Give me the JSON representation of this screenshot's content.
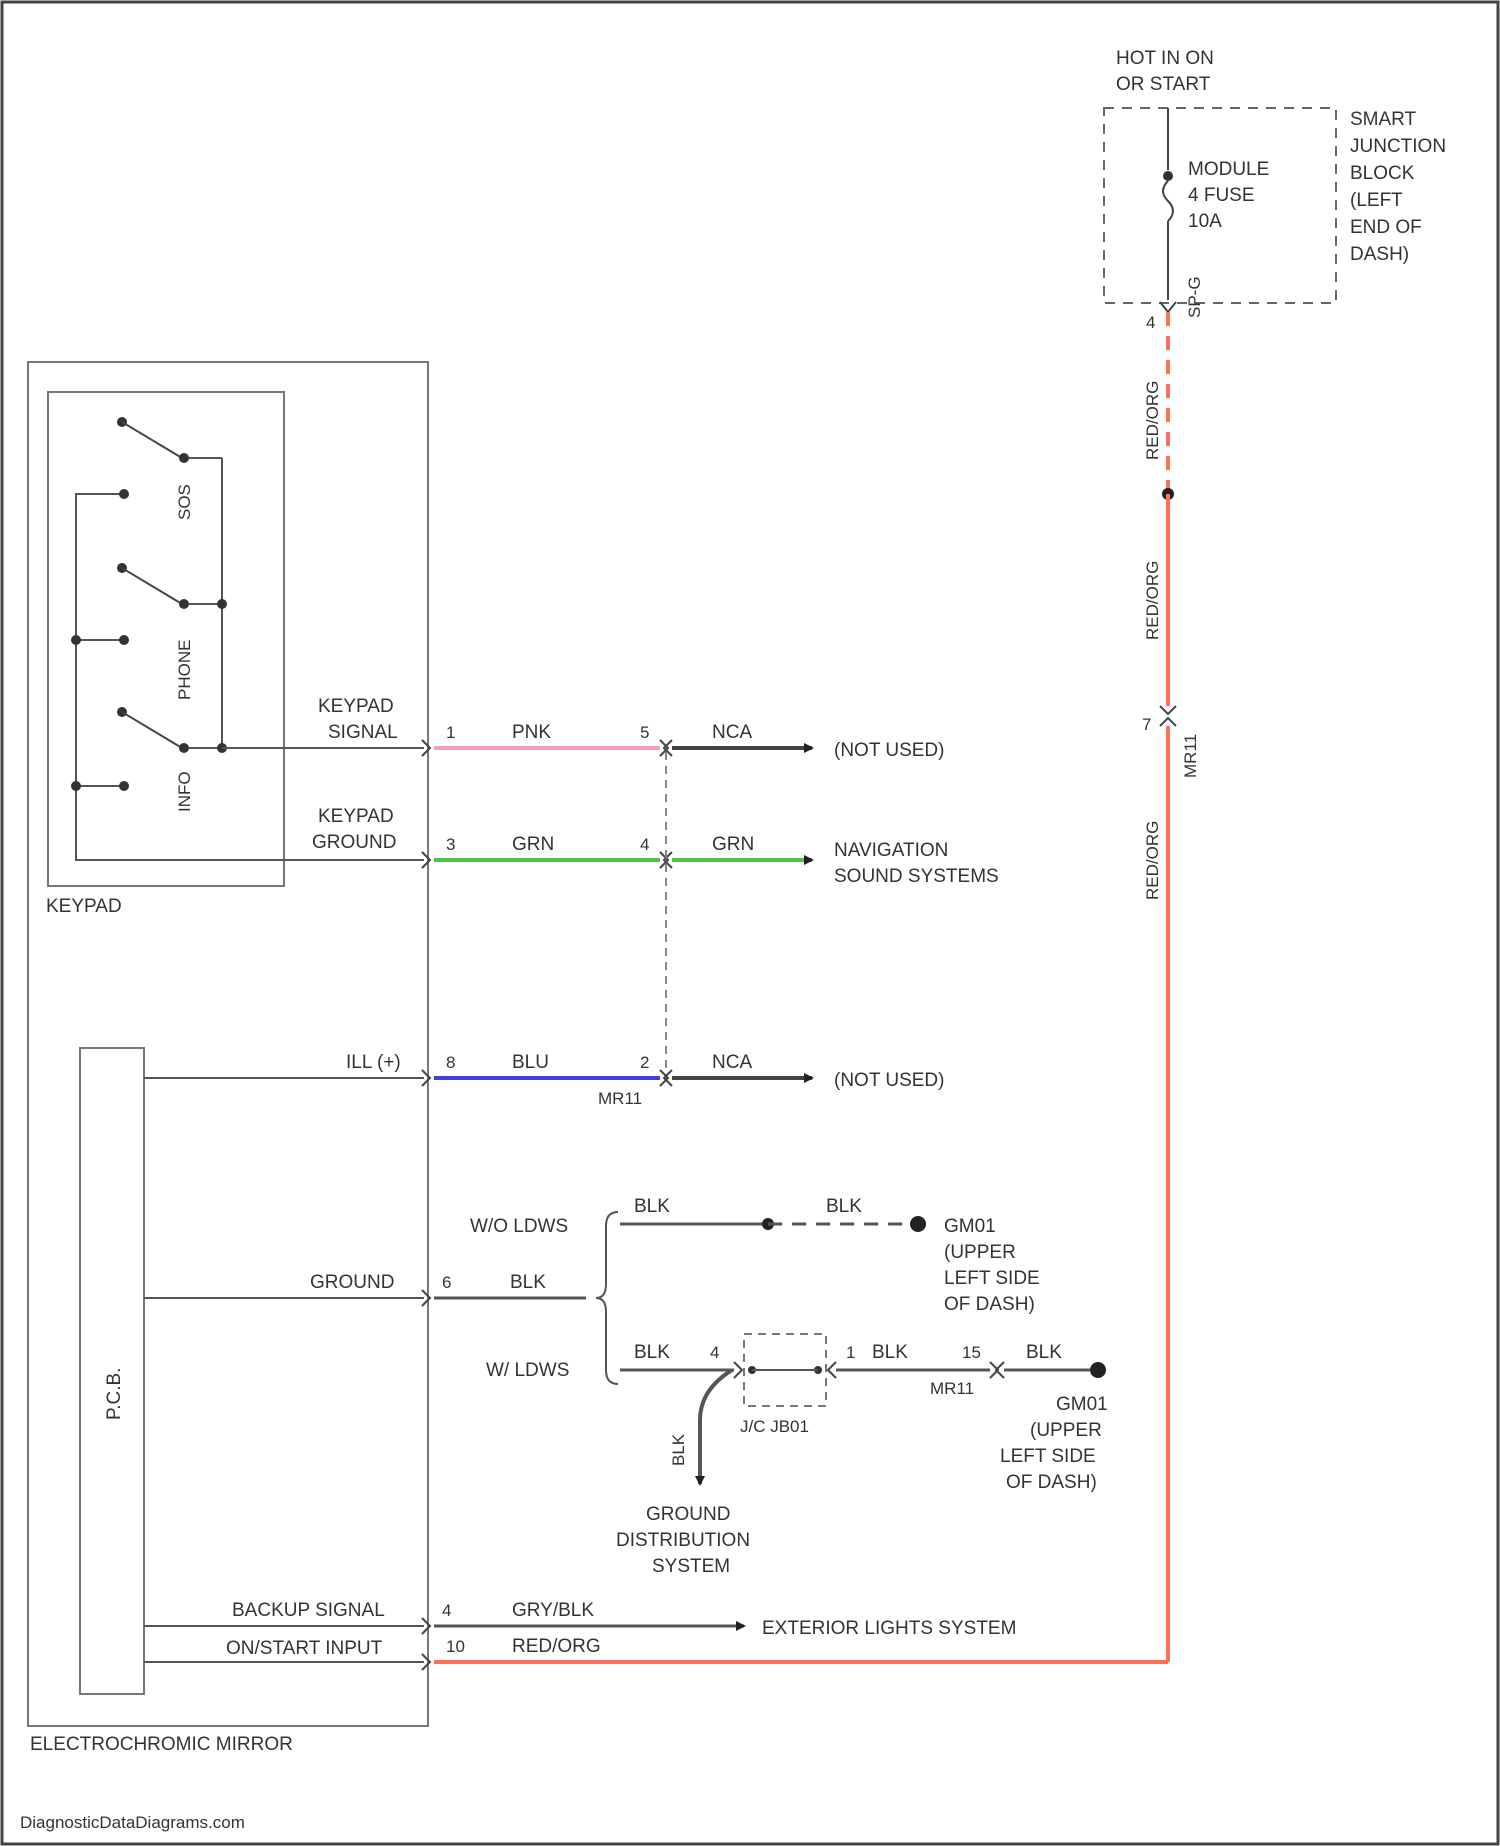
{
  "fuse_box": {
    "supply": [
      "HOT IN ON",
      "OR START"
    ],
    "fuse": [
      "MODULE",
      "4 FUSE",
      "10A"
    ],
    "location": [
      "SMART",
      "JUNCTION",
      "BLOCK",
      "(LEFT",
      "END OF",
      "DASH)"
    ],
    "pin": "4",
    "connector": "SP-G"
  },
  "feed_wire": {
    "color_upper": "RED/ORG",
    "color_mid": "RED/ORG",
    "color_lower": "RED/ORG",
    "connector_pin": "7",
    "connector": "MR11"
  },
  "keypad": {
    "title": "KEYPAD",
    "switches": [
      "SOS",
      "PHONE",
      "INFO"
    ]
  },
  "mirror": {
    "title": "ELECTROCHROMIC MIRROR",
    "module": "P.C.B."
  },
  "circuits": {
    "keypad_signal": {
      "label": [
        "KEYPAD",
        "SIGNAL"
      ],
      "pin_a": "1",
      "wire_a": "PNK",
      "pin_b": "5",
      "wire_b": "NCA",
      "dest": "(NOT USED)"
    },
    "keypad_ground": {
      "label": [
        "KEYPAD",
        "GROUND"
      ],
      "pin_a": "3",
      "wire_a": "GRN",
      "pin_b": "4",
      "wire_b": "GRN",
      "dest": [
        "NAVIGATION",
        "SOUND SYSTEMS"
      ]
    },
    "ill": {
      "label": "ILL (+)",
      "pin_a": "8",
      "wire_a": "BLU",
      "pin_b": "2",
      "wire_b": "NCA",
      "dest": "(NOT USED)",
      "connector": "MR11"
    },
    "ground": {
      "label": "GROUND",
      "pin": "6",
      "wire": "BLK",
      "without_ldws": {
        "label": "W/O LDWS",
        "wire_a": "BLK",
        "wire_b": "BLK",
        "dest": [
          "GM01",
          "(UPPER",
          "LEFT SIDE",
          "OF DASH)"
        ]
      },
      "with_ldws": {
        "label": "W/ LDWS",
        "wire_a": "BLK",
        "pin_a": "4",
        "jc": "J/C JB01",
        "pin_b": "1",
        "wire_b": "BLK",
        "pin_c": "15",
        "connector": "MR11",
        "wire_c": "BLK",
        "dest": [
          "GM01",
          "(UPPER",
          "LEFT SIDE",
          "OF DASH)"
        ],
        "branch_wire": "BLK",
        "branch_dest": [
          "GROUND",
          "DISTRIBUTION",
          "SYSTEM"
        ]
      }
    },
    "backup": {
      "label": "BACKUP SIGNAL",
      "pin": "4",
      "wire": "GRY/BLK",
      "dest": "EXTERIOR LIGHTS SYSTEM"
    },
    "on_start": {
      "label": "ON/START INPUT",
      "pin": "10",
      "wire": "RED/ORG"
    }
  },
  "footer": {
    "watermark": "DiagnosticDataDiagrams.com"
  },
  "colors": {
    "line": "#444444",
    "pink": "#f4a0b8",
    "green": "#4cc44c",
    "blue": "#4040e0",
    "red": "#ff6f5a",
    "nca": "#444444"
  }
}
